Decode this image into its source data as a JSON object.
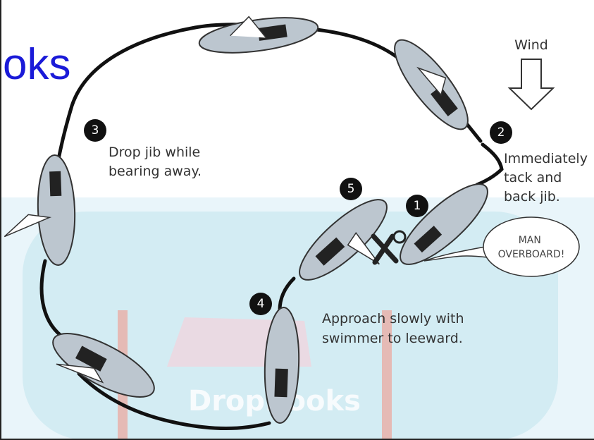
{
  "logo": {
    "text": "oks",
    "color": "#1a1ad8"
  },
  "watermark": {
    "text": "DropBooks"
  },
  "wind": {
    "label": "Wind"
  },
  "steps": [
    {
      "number": "1",
      "lines": []
    },
    {
      "number": "2",
      "lines": [
        "Immediately",
        "tack and",
        "back jib."
      ]
    },
    {
      "number": "3",
      "lines": [
        "Drop jib while",
        "bearing away."
      ]
    },
    {
      "number": "4",
      "lines": [
        "Approach slowly with",
        "swimmer to leeward."
      ]
    },
    {
      "number": "5",
      "lines": []
    }
  ],
  "speech": {
    "lines": [
      "MAN",
      "OVERBOARD!"
    ]
  },
  "colors": {
    "boat_fill": "#bcc6cf",
    "boat_stroke": "#333333",
    "path": "#111111",
    "marker": "#111111",
    "watermark_bg": "#cfeaf2",
    "watermark_posts": "#e3b3ad"
  }
}
